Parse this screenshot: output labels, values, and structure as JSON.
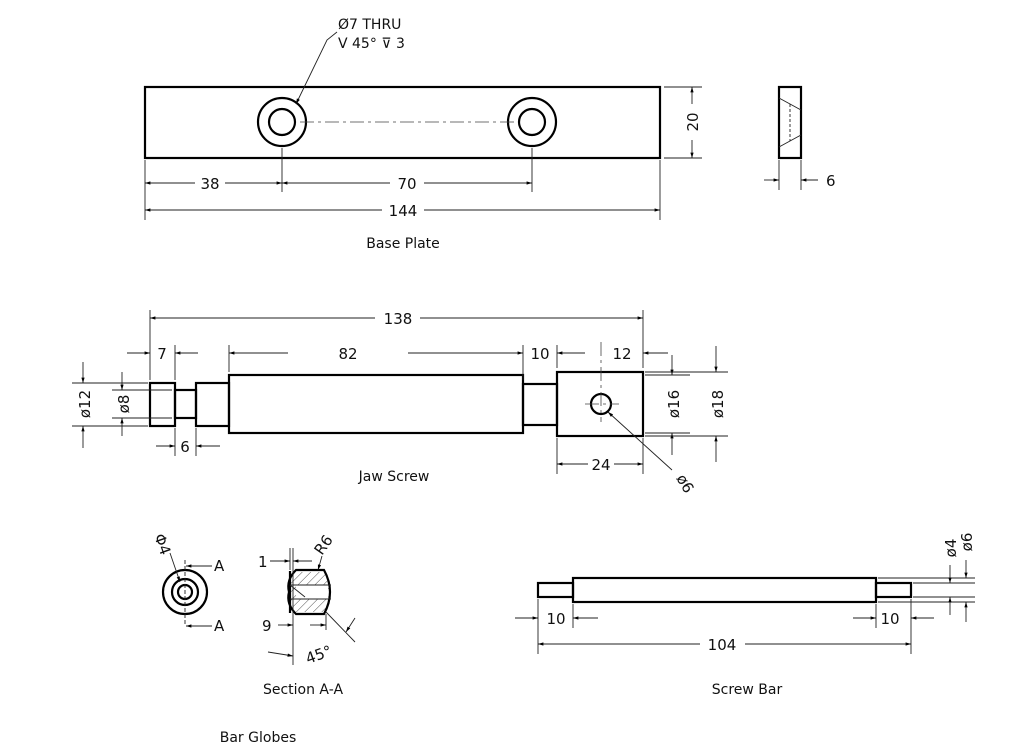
{
  "base_plate": {
    "title": "Base Plate",
    "note_line1": "Ø7 THRU",
    "note_line2": "V 45° ⊽ 3",
    "dim_height": "20",
    "dim_38": "38",
    "dim_70": "70",
    "dim_144": "144",
    "dim_thickness": "6"
  },
  "jaw_screw": {
    "title": "Jaw Screw",
    "dim_138": "138",
    "dim_7": "7",
    "dim_82": "82",
    "dim_10": "10",
    "dim_12": "12",
    "dim_d12": "ø12",
    "dim_d8": "ø8",
    "dim_6": "6",
    "dim_d16": "ø16",
    "dim_d18": "ø18",
    "dim_24": "24",
    "dim_d6": "ø6"
  },
  "bar_globes": {
    "title": "Bar Globes",
    "section_title": "Section A-A",
    "dim_d4": "Φ4",
    "section_mark_top": "A",
    "section_mark_bottom": "A",
    "dim_1": "1",
    "dim_r6": "R6",
    "dim_9": "9",
    "dim_45": "45°"
  },
  "screw_bar": {
    "title": "Screw Bar",
    "dim_10_left": "10",
    "dim_10_right": "10",
    "dim_104": "104",
    "dim_d4": "ø4",
    "dim_d6": "ø6"
  }
}
